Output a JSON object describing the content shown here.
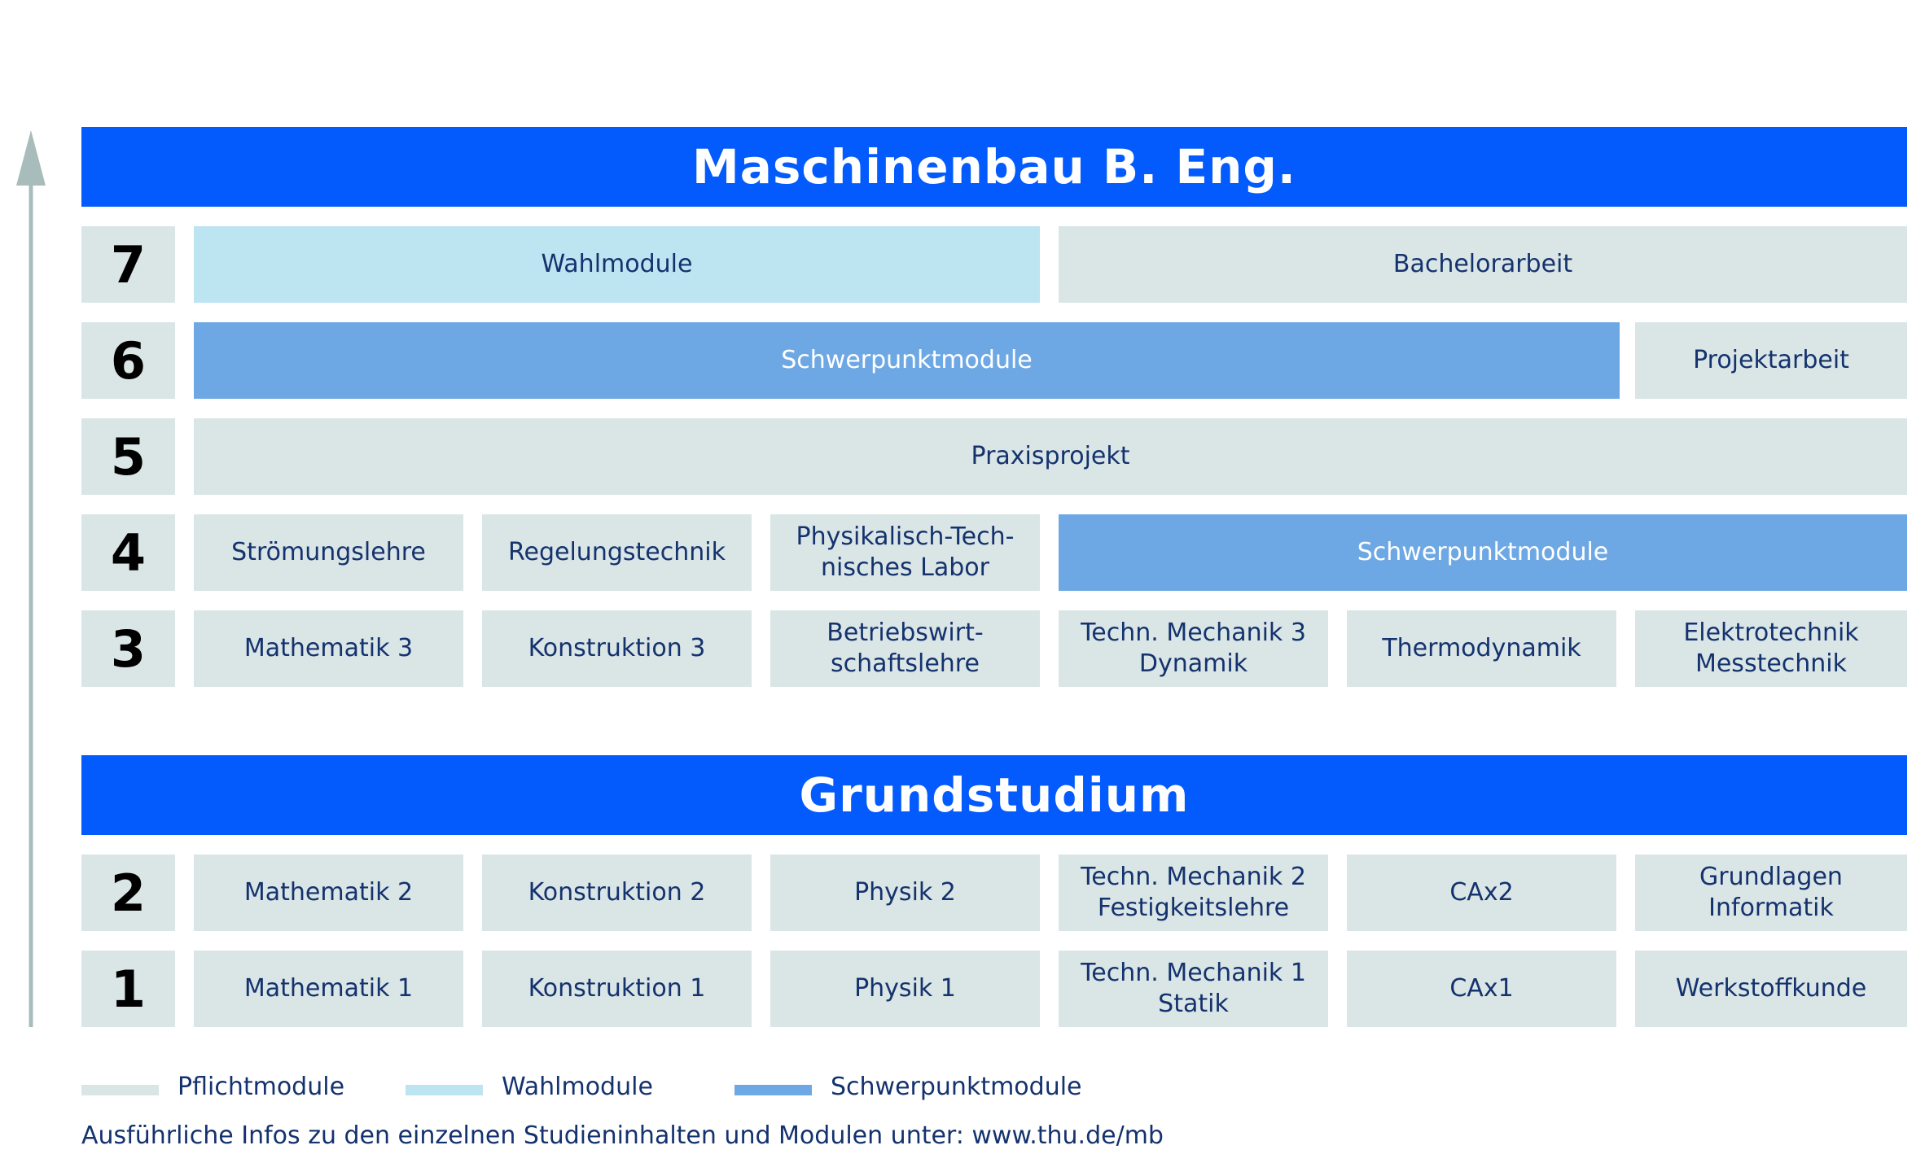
{
  "main_title": "Maschinenbau B. Eng.",
  "grund_title": "Grundstudium",
  "semesters": [
    "7",
    "6",
    "5",
    "4",
    "3",
    "2",
    "1"
  ],
  "modules": {
    "s7": {
      "wahlmodule": "Wahlmodule",
      "bachelorarbeit": "Bachelorarbeit"
    },
    "s6": {
      "schwerpunktmodule": "Schwerpunktmodule",
      "projektarbeit": "Projektarbeit"
    },
    "s5": {
      "praxisprojekt": "Praxisprojekt"
    },
    "s4": {
      "stroemungslehre": "Strömungslehre",
      "regelungstechnik": "Regelungstechnik",
      "physik_labor": "Physikalisch-Tech-\nnisches Labor",
      "schwerpunktmodule": "Schwerpunktmodule"
    },
    "s3": {
      "mathematik3": "Mathematik 3",
      "konstruktion3": "Konstruktion 3",
      "bwl": "Betriebswirt-\nschaftslehre",
      "tm3": "Techn. Mechanik 3\nDynamik",
      "thermodynamik": "Thermodynamik",
      "elektrotechnik": "Elektrotechnik\nMesstechnik"
    },
    "s2": {
      "mathematik2": "Mathematik 2",
      "konstruktion2": "Konstruktion 2",
      "physik2": "Physik 2",
      "tm2": "Techn. Mechanik 2\nFestigkeitslehre",
      "cax2": "CAx2",
      "informatik": "Grundlagen\nInformatik"
    },
    "s1": {
      "mathematik1": "Mathematik 1",
      "konstruktion1": "Konstruktion 1",
      "physik1": "Physik 1",
      "tm1": "Techn. Mechanik 1\nStatik",
      "cax1": "CAx1",
      "werkstoffkunde": "Werkstoffkunde"
    }
  },
  "legend": {
    "pflicht": "Pflichtmodule",
    "wahl": "Wahlmodule",
    "schwer": "Schwerpunktmodule"
  },
  "colors": {
    "banner": "#035bfd",
    "pflicht": "#dae5e5",
    "wahl": "#bde4f1",
    "schwer": "#6ea8e4",
    "text": "#14326e"
  },
  "footer": "Ausführliche Infos zu den einzelnen Studieninhalten und Modulen unter: www.thu.de/mb"
}
